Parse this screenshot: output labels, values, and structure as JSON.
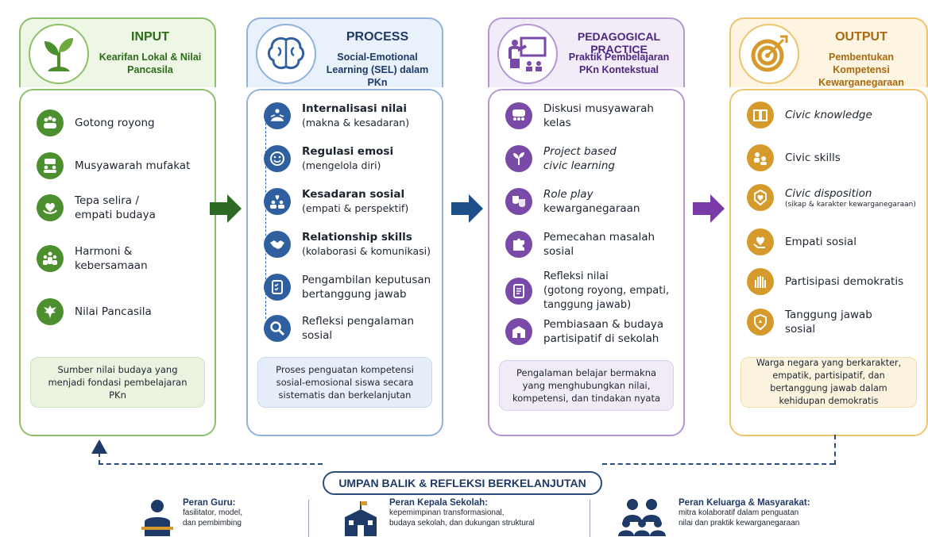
{
  "columns": [
    {
      "title": "INPUT",
      "subtitle": "Kearifan Lokal & Nilai Pancasila",
      "color": "#4c8f2e",
      "items": [
        {
          "line1": "Gotong royong",
          "line2": ""
        },
        {
          "line1": "Musyawarah mufakat",
          "line2": ""
        },
        {
          "line1": "Tepa selira /",
          "line2": "empati budaya"
        },
        {
          "line1": "Harmoni &",
          "line2": "kebersamaan"
        },
        {
          "line1": "Nilai Pancasila",
          "line2": ""
        }
      ],
      "footer": "Sumber nilai budaya yang menjadi fondasi pembelajaran PKn"
    },
    {
      "title": "PROCESS",
      "subtitle": "Social-Emotional Learning (SEL) dalam PKn",
      "color": "#2f5f9e",
      "items": [
        {
          "line1": "Internalisasi nilai",
          "line2": "(makna & kesadaran)"
        },
        {
          "line1": "Regulasi emosi",
          "line2": "(mengelola diri)"
        },
        {
          "line1": "Kesadaran sosial",
          "line2": "(empati & perspektif)"
        },
        {
          "line1": "Relationship skills",
          "line2": "(kolaborasi & komunikasi)"
        },
        {
          "line1": "Pengambilan keputusan",
          "line2": "bertanggung jawab"
        },
        {
          "line1": "Refleksi pengalaman",
          "line2": "sosial"
        }
      ],
      "footer": "Proses penguatan kompetensi sosial-emosional siswa secara sistematis dan berkelanjutan"
    },
    {
      "title": "PEDAGOGICAL PRACTICE",
      "subtitle": "Praktik Pembelajaran PKn Kontekstual",
      "color": "#7a4aa8",
      "items": [
        {
          "line1": "Diskusi musyawarah",
          "line2": "kelas",
          "line3": ""
        },
        {
          "line1": "Project based",
          "line2": "civic learning",
          "line3": ""
        },
        {
          "line1": "Role play",
          "line2": "kewarganegaraan",
          "line3": ""
        },
        {
          "line1": "Pemecahan masalah",
          "line2": "sosial",
          "line3": ""
        },
        {
          "line1": "Refleksi nilai",
          "line2": "(gotong royong, empati,",
          "line3": "tanggung jawab)"
        },
        {
          "line1": "Pembiasaan & budaya",
          "line2": "partisipatif di sekolah",
          "line3": ""
        }
      ],
      "footer": "Pengalaman belajar bermakna yang menghubungkan nilai, kompetensi, dan tindakan nyata"
    },
    {
      "title": "OUTPUT",
      "subtitle": "Pembentukan Kompetensi Kewarganegaraan",
      "color": "#d59a2b",
      "items": [
        {
          "line1": "Civic knowledge",
          "line2": ""
        },
        {
          "line1": "Civic skills",
          "line2": ""
        },
        {
          "line1": "Civic disposition",
          "line2": "(sikap & karakter kewarganegaraan)"
        },
        {
          "line1": "Empati sosial",
          "line2": ""
        },
        {
          "line1": "Partisipasi demokratis",
          "line2": ""
        },
        {
          "line1": "Tanggung jawab",
          "line2": "sosial"
        }
      ],
      "footer": "Warga negara yang berkarakter, empatik, partisipatif, dan bertanggung jawab dalam kehidupan demokratis"
    }
  ],
  "feedback": {
    "label": "UMPAN BALIK & REFLEKSI BERKELANJUTAN"
  },
  "roles": [
    {
      "title": "Peran Guru:",
      "line1": "fasilitator, model,",
      "line2": "dan pembimbing"
    },
    {
      "title": "Peran Kepala Sekolah:",
      "line1": "kepemimpinan transformasional,",
      "line2": "budaya sekolah, dan dukungan struktural"
    },
    {
      "title": "Peran Keluarga & Masyarakat:",
      "line1": "mitra kolaboratif dalam penguatan",
      "line2": "nilai dan praktik kewarganegaraan"
    }
  ]
}
